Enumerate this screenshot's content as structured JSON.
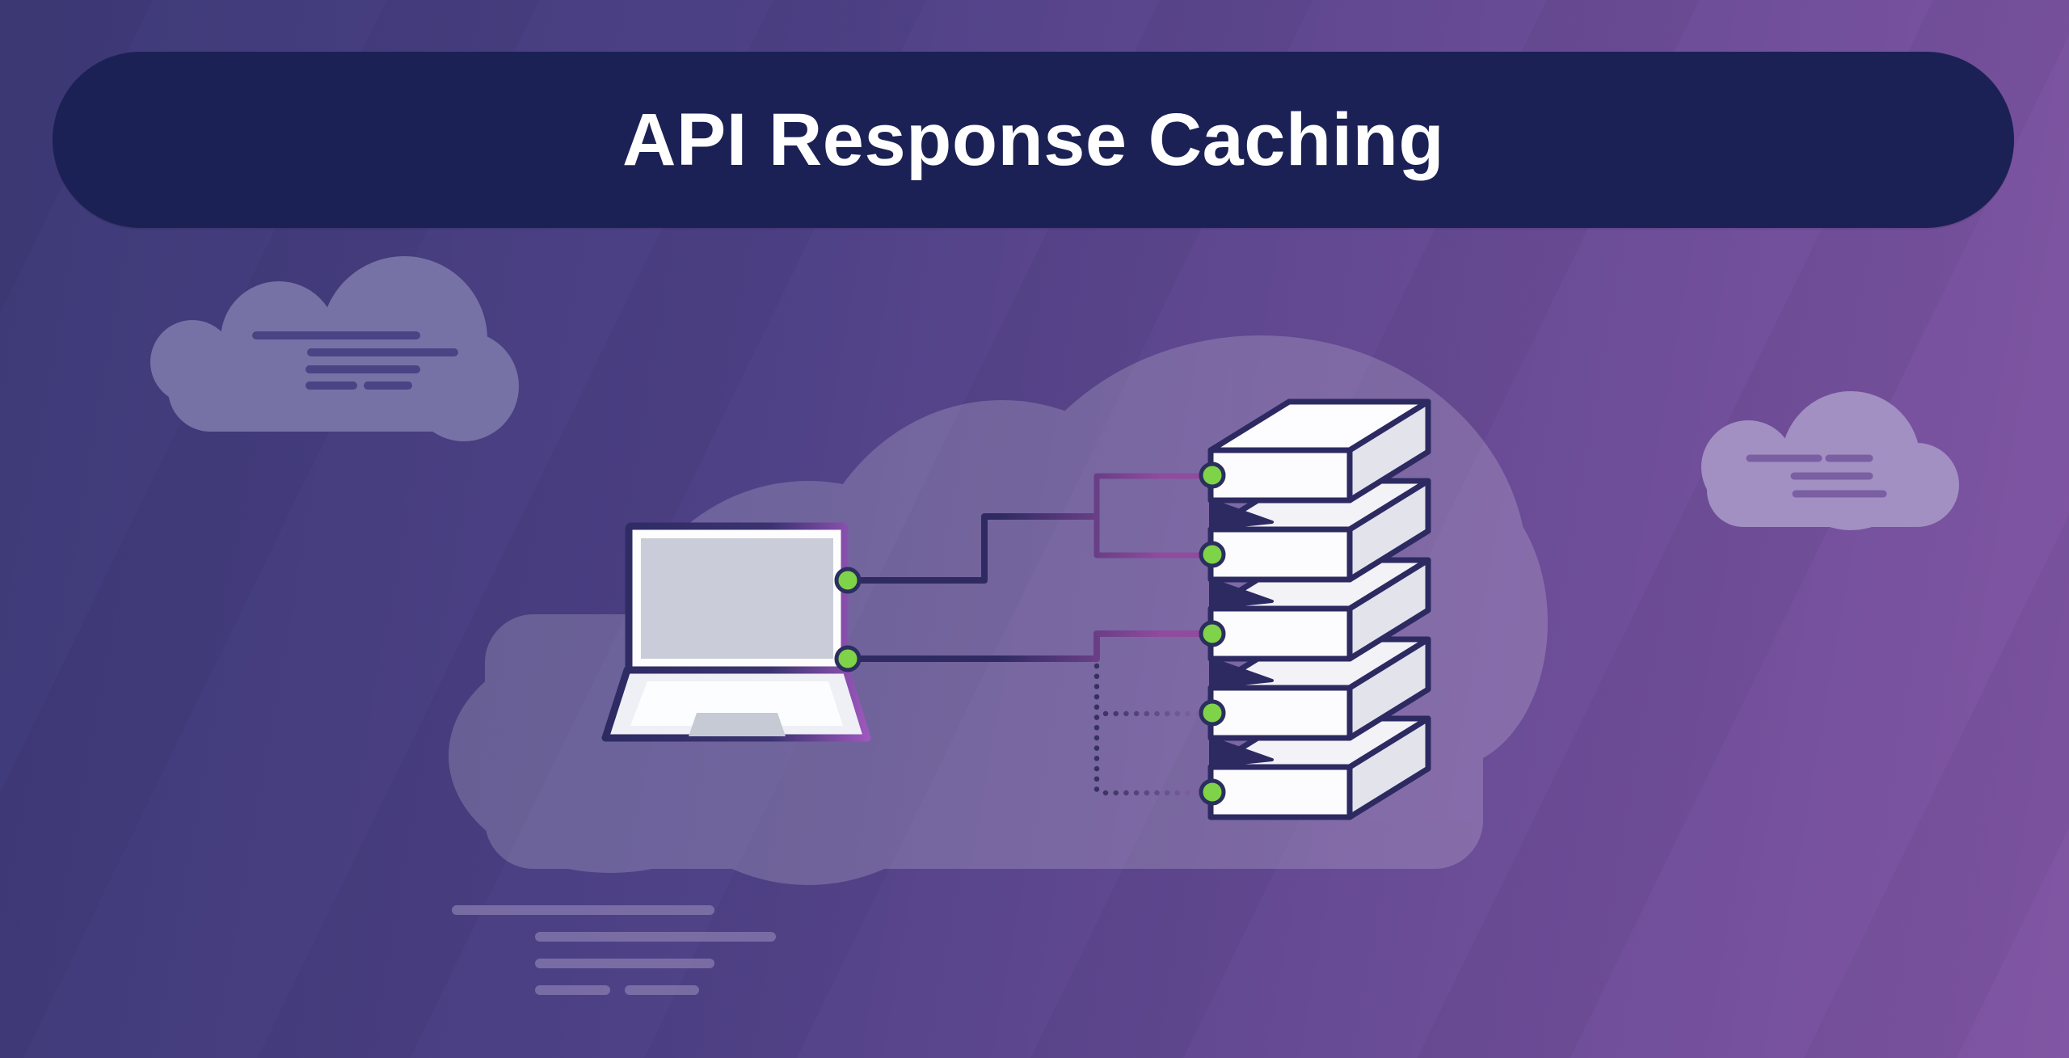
{
  "banner": {
    "title": "API Response Caching",
    "background": "#1b2154",
    "text_color": "#ffffff"
  },
  "colors": {
    "bg_gradient_start": "#3d3a77",
    "bg_gradient_mid": "#6a4c96",
    "bg_gradient_end": "#8156a4",
    "accent_green": "#7fd348",
    "outline_navy": "#2d2a62",
    "outline_magenta": "#9b4cbb",
    "connection_navy": "#2f2b62",
    "connection_magenta": "#8f4b9e",
    "server_top_face": "#fdfdff",
    "server_side_face": "#e3e3ec",
    "server_front_face": "#fcfcfe",
    "laptop_screen": "#caccd9",
    "laptop_body": "#eef0f5",
    "cloud_left_fill": "#7772a5",
    "cloud_left_lines": "#4a4384",
    "cloud_right_fill": "#a290c2",
    "cloud_right_lines": "#7a5fa3",
    "ghost_text_lines": "#8478ac",
    "big_cloud_tint": "#ffffff"
  },
  "diagram": {
    "client": {
      "name": "laptop-client",
      "ports": 2
    },
    "server_stack": {
      "name": "cache-server-stack",
      "units": 5
    },
    "connections": {
      "solid_links": 3,
      "dashed_links": 2
    }
  },
  "decor": {
    "left_cloud_text_lines": 4,
    "right_cloud_text_lines": 3,
    "ghost_text_lines": 4
  }
}
